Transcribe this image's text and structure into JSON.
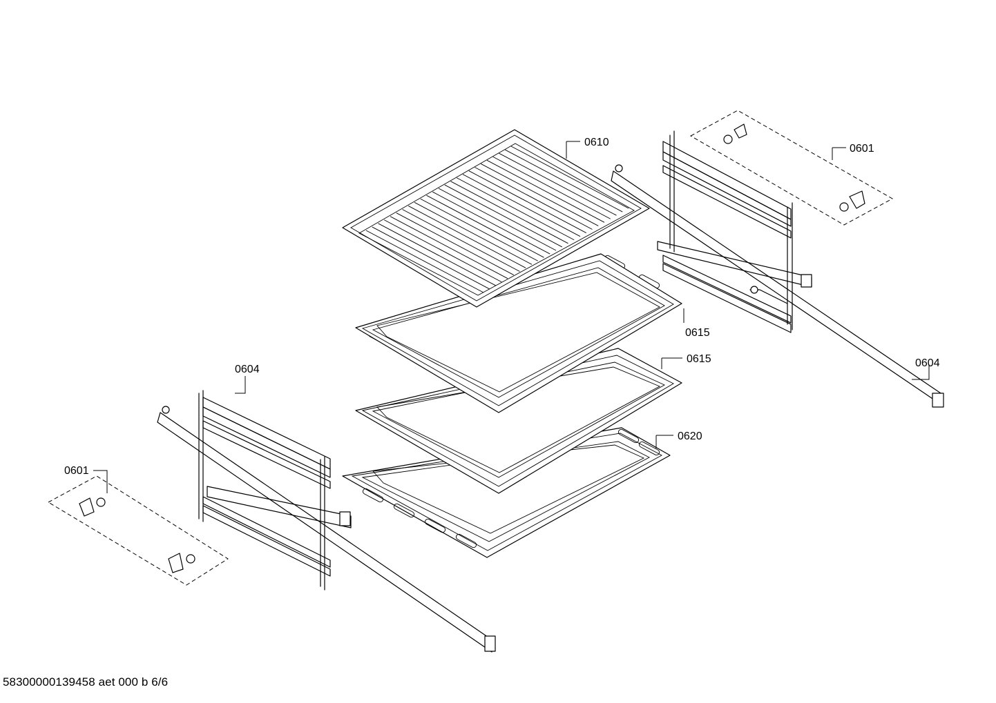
{
  "diagram": {
    "footer_code": "58300000139458 aet 000 b 6/6",
    "callouts": {
      "wire_rack": "0610",
      "baking_tray_upper": "0615",
      "baking_tray_lower": "0615",
      "deep_pan": "0620",
      "rail_left": "0604",
      "rail_right": "0604",
      "clip_set_left": "0601",
      "clip_set_right": "0601"
    }
  }
}
